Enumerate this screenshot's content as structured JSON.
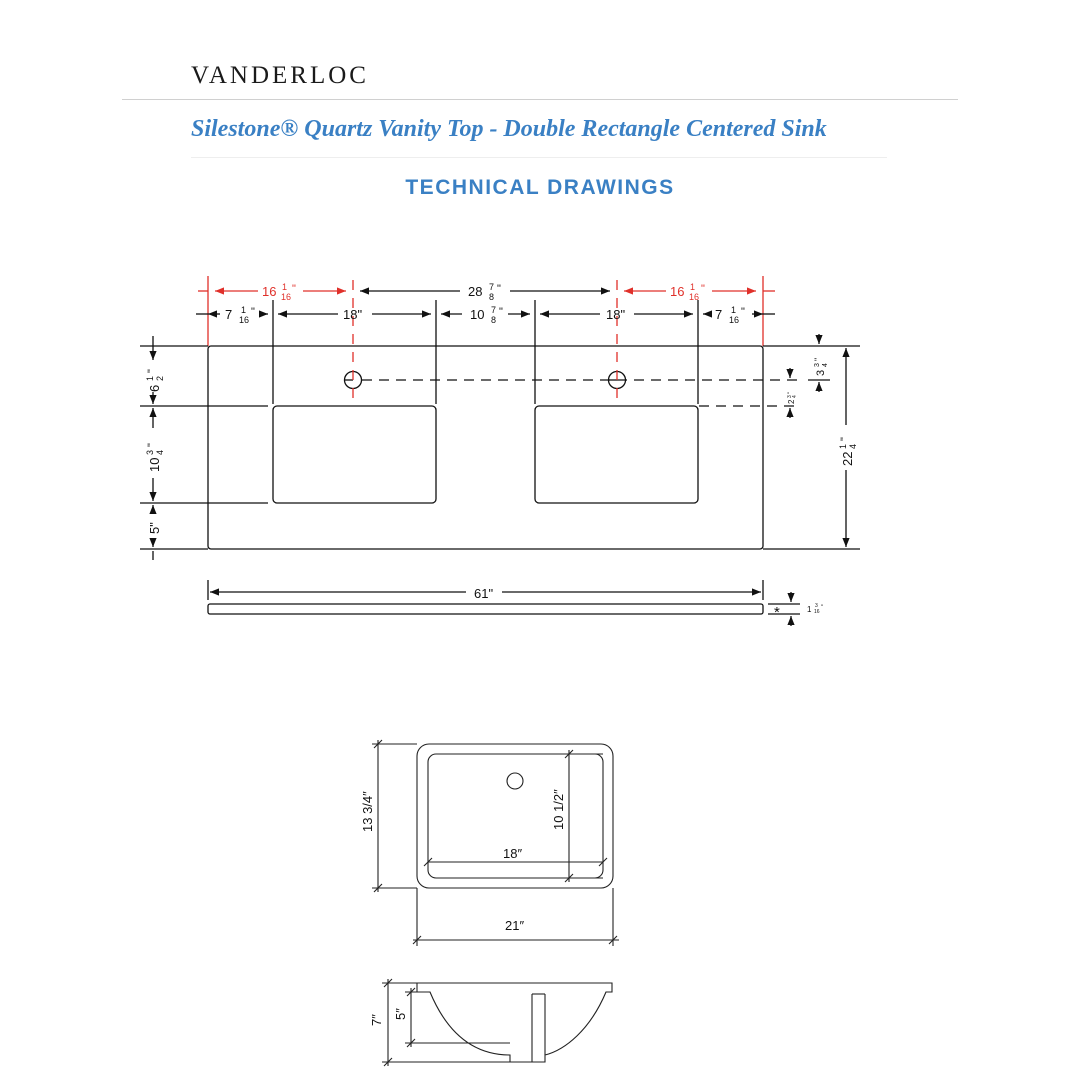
{
  "brand": "VANDERLOC",
  "title": "Silestone® Quartz Vanity Top - Double Rectangle Centered Sink",
  "section": "TECHNICAL DRAWINGS",
  "top_view": {
    "left_edge_to_center": {
      "whole": "16",
      "num": "1",
      "den": "16",
      "unit": "\""
    },
    "center_to_center": {
      "whole": "28",
      "num": "7",
      "den": "8",
      "unit": "\""
    },
    "right_edge_to_center": {
      "whole": "16",
      "num": "1",
      "den": "16",
      "unit": "\""
    },
    "left_margin": {
      "whole": "7",
      "num": "1",
      "den": "16",
      "unit": "\""
    },
    "sink_width_left": "18\"",
    "between_sinks": {
      "whole": "10",
      "num": "7",
      "den": "8",
      "unit": "\""
    },
    "sink_width_right": "18\"",
    "right_margin": {
      "whole": "7",
      "num": "1",
      "den": "16",
      "unit": "\""
    },
    "back_to_sink": {
      "whole": "6",
      "num": "1",
      "den": "2",
      "unit": "\""
    },
    "sink_depth": {
      "whole": "10",
      "num": "3",
      "den": "4",
      "unit": "\""
    },
    "front_margin": "5\"",
    "faucet_from_back": {
      "whole": "3",
      "num": "3",
      "den": "4",
      "unit": "\""
    },
    "faucet_to_sink": {
      "whole": "2",
      "num": "3",
      "den": "4",
      "unit": "\""
    },
    "total_depth": {
      "whole": "22",
      "num": "1",
      "den": "4",
      "unit": "\""
    }
  },
  "side_view": {
    "total_width": "61\"",
    "asterisk": "*",
    "thickness": {
      "whole": "1",
      "num": "3",
      "den": "16",
      "unit": "\""
    }
  },
  "sink_plan": {
    "outer_depth": "13 3/4″",
    "inner_depth": "10 1/2″",
    "inner_width": "18″",
    "outer_width": "21″"
  },
  "sink_profile": {
    "total_height": "7″",
    "bowl_depth": "5″"
  }
}
